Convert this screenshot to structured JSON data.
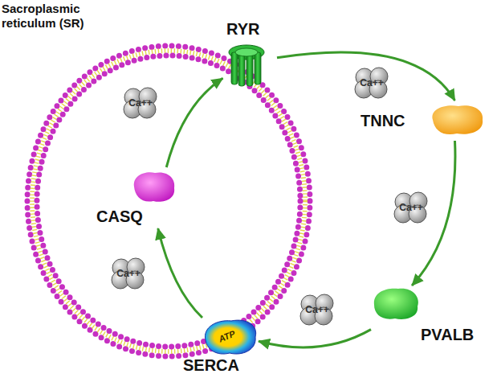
{
  "diagram": {
    "nodes": [
      {
        "text": [
          "Sacroplasmic reticulum (SR)"
        ]
      },
      {
        "text": [
          "RYR"
        ]
      },
      {
        "text": [
          "CASQ"
        ],
        "in": 0
      },
      {
        "text": [
          "TNNC"
        ]
      },
      {
        "text": [
          "PVALB"
        ]
      },
      {
        "text": [
          "SERCA",
          "ATP"
        ]
      }
    ],
    "edges": [
      {
        "from": 2,
        "to": 1,
        "arrow": "to"
      },
      {
        "from": 1,
        "to": 3,
        "arrow": "to"
      },
      {
        "from": 3,
        "to": 4,
        "arrow": "to"
      },
      {
        "from": 4,
        "to": 5,
        "arrow": "to"
      },
      {
        "from": 5,
        "to": 2,
        "arrow": "to"
      }
    ],
    "labels": [
      "Ca++",
      "Ca++",
      "Ca++",
      "Ca++",
      "Ca++"
    ]
  }
}
